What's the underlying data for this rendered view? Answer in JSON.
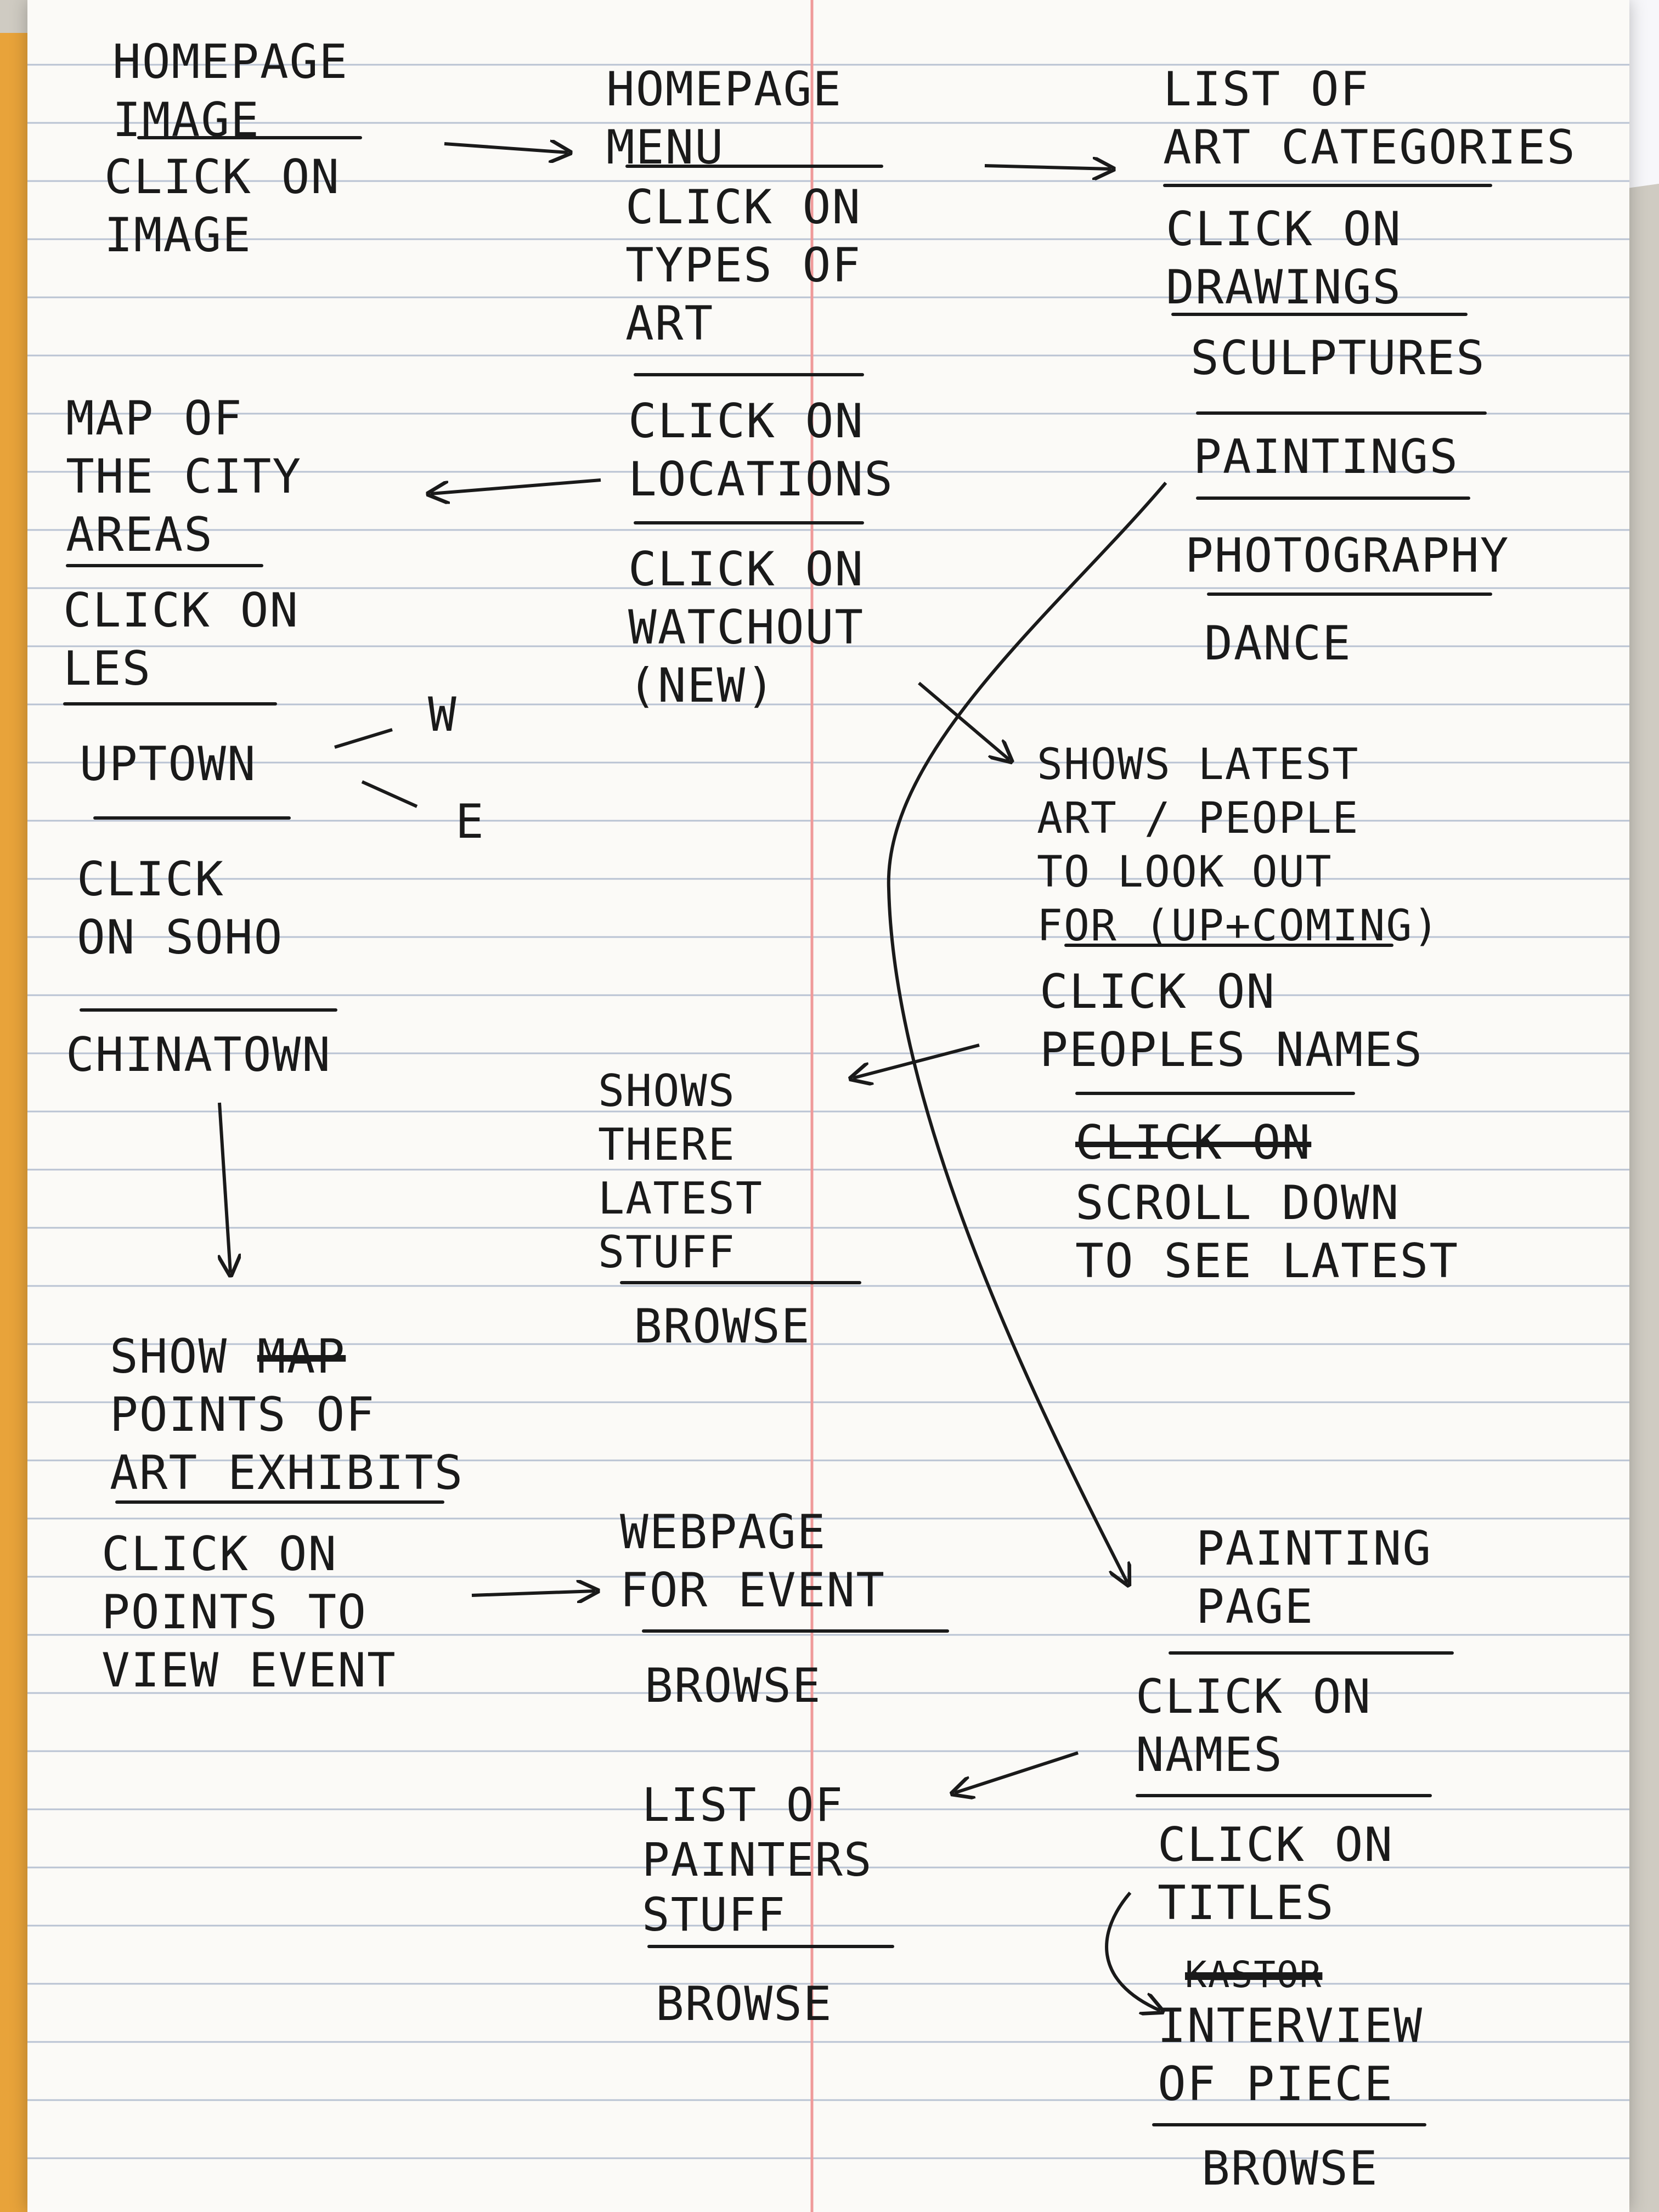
{
  "flow": {
    "homepage_image": {
      "title": "HOMEPAGE\nIMAGE",
      "action": "CLICK ON\nIMAGE"
    },
    "homepage_menu": {
      "title": "HOMEPAGE\nMENU",
      "types": "CLICK ON\nTYPES OF\nART",
      "locations": "CLICK ON\nLOCATIONS",
      "watchout": "CLICK ON\nWATCHOUT\n(NEW)"
    },
    "art_categories": {
      "title": "LIST OF\nART CATEGORIES",
      "drawings": "CLICK ON\nDRAWINGS",
      "sculptures": "SCULPTURES",
      "paintings": "PAINTINGS",
      "photography": "PHOTOGRAPHY",
      "dance": "DANCE"
    },
    "city_map": {
      "title": "MAP OF\nTHE CITY\nAREAS",
      "les": "CLICK ON\nLES",
      "uptown": "UPTOWN",
      "west": "W",
      "east": "E",
      "soho": "CLICK\nON SOHO",
      "chinatown": "CHINATOWN"
    },
    "latest_art": {
      "title": "SHOWS LATEST\nART / PEOPLE\nTO LOOK OUT\nFOR (UP+COMING)",
      "names": "CLICK ON\nPEOPLES NAMES",
      "crossed": "CLICK ON",
      "scroll": "SCROLL DOWN\nTO SEE LATEST"
    },
    "their_latest": {
      "title": "SHOWS\nTHERE\nLATEST\nSTUFF",
      "action": "BROWSE"
    },
    "exhibit_points": {
      "title_a": "SHOW ",
      "title_crossed": "MAP",
      "title_b": "\nPOINTS OF\nART EXHIBITS",
      "action": "CLICK ON\nPOINTS TO\nVIEW EVENT"
    },
    "event_page": {
      "title": "WEBPAGE\nFOR EVENT",
      "action": "BROWSE"
    },
    "painting_page": {
      "title": "PAINTING\nPAGE",
      "names": "CLICK ON\nNAMES",
      "titles": "CLICK ON\nTITLES",
      "crossed": "KASTOR"
    },
    "painters_list": {
      "title": "LIST OF\nPAINTERS\nSTUFF",
      "action": "BROWSE"
    },
    "interview": {
      "title": "INTERVIEW\nOF PIECE",
      "action": "BROWSE"
    }
  }
}
